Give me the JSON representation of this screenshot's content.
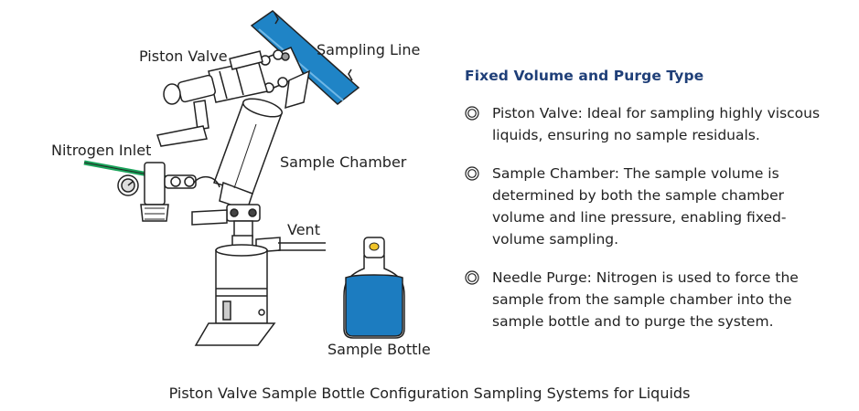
{
  "labels": {
    "piston_valve": "Piston Valve",
    "sampling_line": "Sampling Line",
    "nitrogen_inlet": "Nitrogen Inlet",
    "sample_chamber": "Sample Chamber",
    "vent": "Vent",
    "sample_bottle": "Sample Bottle"
  },
  "panel": {
    "title": "Fixed Volume and Purge Type",
    "items": [
      "Piston Valve: Ideal for sampling highly viscous liquids, ensuring no sample residuals.",
      "Sample Chamber: The sample volume is determined by both the sample chamber volume and line pressure, enabling fixed-volume sampling.",
      "Needle Purge: Nitrogen is used to force the sample from the sample chamber into the sample bottle and to purge the system."
    ]
  },
  "caption": "Piston Valve Sample Bottle Configuration Sampling Systems for Liquids",
  "colors": {
    "pipe_blue": "#1f84c6",
    "liquid_blue": "#1c7cc0",
    "nitrogen_green": "#1aa35a",
    "bottle_cap": "#f0c42a",
    "title_blue": "#1f3f78",
    "line": "#222222"
  }
}
